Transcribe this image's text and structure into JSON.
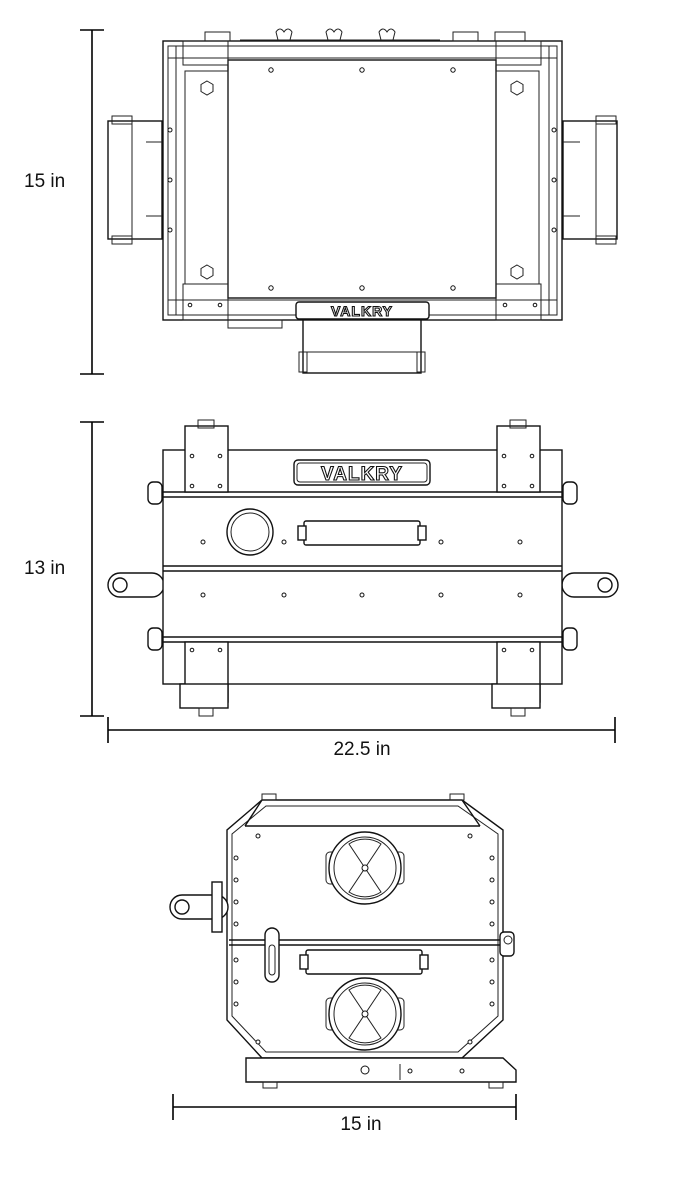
{
  "dimensions": {
    "top_view_depth": "15 in",
    "front_view_height": "13 in",
    "front_view_width": "22.5 in",
    "side_view_width": "15 in"
  },
  "brand": {
    "top_view_logo": "VALKRY",
    "front_view_logo": "VALKRY"
  },
  "colors": {
    "line": "#111111",
    "background": "#ffffff"
  }
}
